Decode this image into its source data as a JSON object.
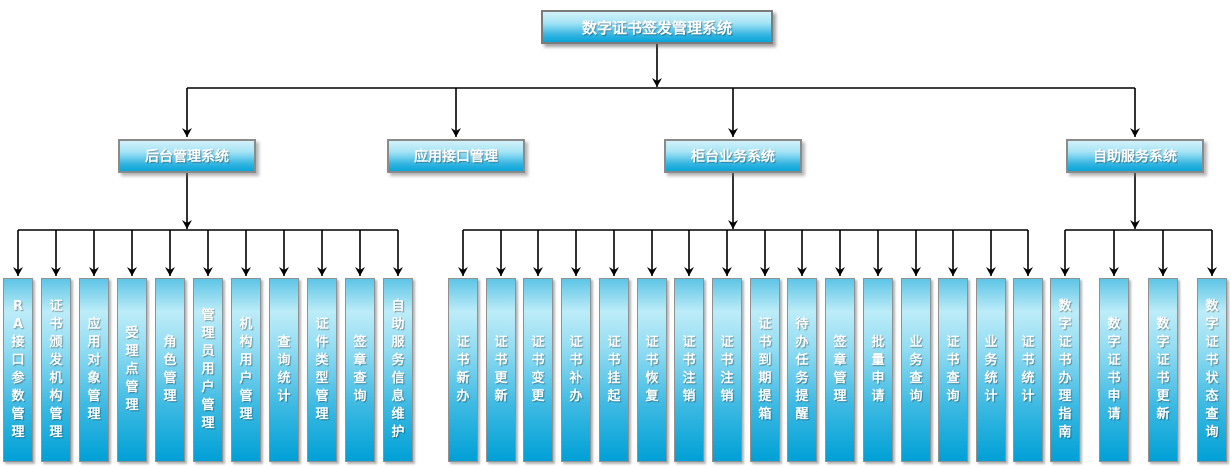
{
  "diagram": {
    "title": "数字证书签发管理系统",
    "root": {
      "label": "数字证书签发管理系统"
    },
    "branches": [
      {
        "id": "backend",
        "label": "后台管理系统",
        "children": [
          "RA接口参数管理",
          "证书颁发机构管理",
          "应用对象管理",
          "受理点管理",
          "角色管理",
          "管理员用户管理",
          "机构用户管理",
          "查询统计",
          "证件类型管理",
          "签章查询",
          "自助服务信息维护"
        ]
      },
      {
        "id": "api-interface",
        "label": "应用接口管理",
        "children": []
      },
      {
        "id": "counter-business",
        "label": "柜台业务系统",
        "children": [
          "证书新办",
          "证书更新",
          "证书变更",
          "证书补办",
          "证书挂起",
          "证书恢复",
          "证书注销",
          "证书注销",
          "证书到期提箱",
          "待办任务提醒",
          "签章管理",
          "批量申请",
          "业务查询",
          "证书查询",
          "业务统计",
          "证书统计"
        ]
      },
      {
        "id": "self-service",
        "label": "自助服务系统",
        "children": [
          "数字证书办理指南",
          "数字证书申请",
          "数字证书更新",
          "数字证书状态查询"
        ]
      }
    ],
    "colors": {
      "node_gradient_top": "#d2f1fa",
      "node_gradient_bottom": "#0aa5d9",
      "leaf_gradient_top": "#5ec5e6",
      "leaf_gradient_highlight": "#bdecf8",
      "leaf_gradient_bottom": "#00a0d6",
      "node_border": "#838383",
      "connector_line": "#000000",
      "node_text": "#ffffff"
    }
  }
}
